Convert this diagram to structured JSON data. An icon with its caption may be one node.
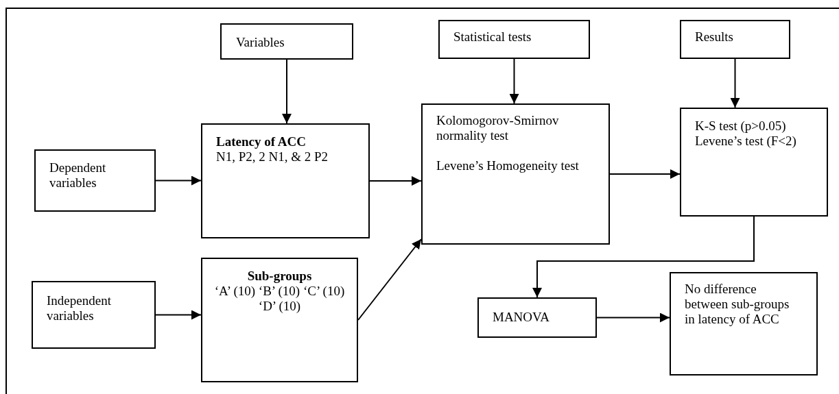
{
  "diagram": {
    "nodes": [
      {
        "text": [
          "Variables"
        ]
      },
      {
        "text": [
          "Statistical tests"
        ]
      },
      {
        "text": [
          "Results"
        ]
      },
      {
        "text": [
          "Dependent variables"
        ]
      },
      {
        "text": [
          "Latency of ACC",
          "N1, P2, 2 N1, & 2 P2"
        ]
      },
      {
        "text": [
          "Kolomogorov-Smirnov normality test",
          "Levene’s Homogeneity test"
        ]
      },
      {
        "text": [
          "K-S test (p>0.05) Levene’s test (F<2)"
        ]
      },
      {
        "text": [
          "Independent variables"
        ]
      },
      {
        "text": [
          "Sub-groups",
          "‘A’ (10) ‘B’ (10) ‘C’ (10) ‘D’ (10)"
        ]
      },
      {
        "text": [
          "MANOVA"
        ]
      },
      {
        "text": [
          "No difference between sub-groups in latency of ACC"
        ]
      }
    ],
    "edges": [
      {
        "from": 0,
        "to": 4,
        "arrow": "to"
      },
      {
        "from": 1,
        "to": 5,
        "arrow": "to"
      },
      {
        "from": 2,
        "to": 6,
        "arrow": "to"
      },
      {
        "from": 3,
        "to": 4,
        "arrow": "to"
      },
      {
        "from": 4,
        "to": 5,
        "arrow": "to"
      },
      {
        "from": 7,
        "to": 8,
        "arrow": "to"
      },
      {
        "from": 8,
        "to": 5,
        "arrow": "to"
      },
      {
        "from": 5,
        "to": 6,
        "arrow": "to"
      },
      {
        "from": 6,
        "to": 9,
        "arrow": "to"
      },
      {
        "from": 9,
        "to": 10,
        "arrow": "to"
      }
    ]
  }
}
